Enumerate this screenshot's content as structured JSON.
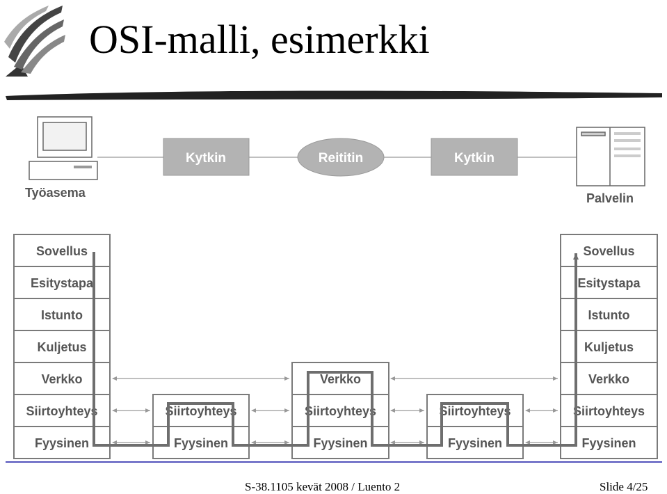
{
  "title": "OSI-malli, esimerkki",
  "footer": {
    "course": "S-38.1105 kevät 2008 / Luento 2",
    "slide": "Slide 4/25"
  },
  "topology": {
    "workstation": "Työasema",
    "switch_left": "Kytkin",
    "router": "Reititin",
    "switch_right": "Kytkin",
    "server": "Palvelin"
  },
  "stacks": {
    "left": [
      "Sovellus",
      "Esitystapa",
      "Istunto",
      "Kuljetus",
      "Verkko",
      "Siirtoyhteys",
      "Fyysinen"
    ],
    "switch": [
      "Siirtoyhteys",
      "Fyysinen"
    ],
    "router": [
      "Verkko",
      "Siirtoyhteys",
      "Fyysinen"
    ],
    "right": [
      "Sovellus",
      "Esitystapa",
      "Istunto",
      "Kuljetus",
      "Verkko",
      "Siirtoyhteys",
      "Fyysinen"
    ]
  },
  "colors": {
    "box_fill": "#b3b3b3",
    "stack_border": "#7a7a7a",
    "path": "#6e6e6e",
    "footer_rule": "#1a1aa6"
  }
}
